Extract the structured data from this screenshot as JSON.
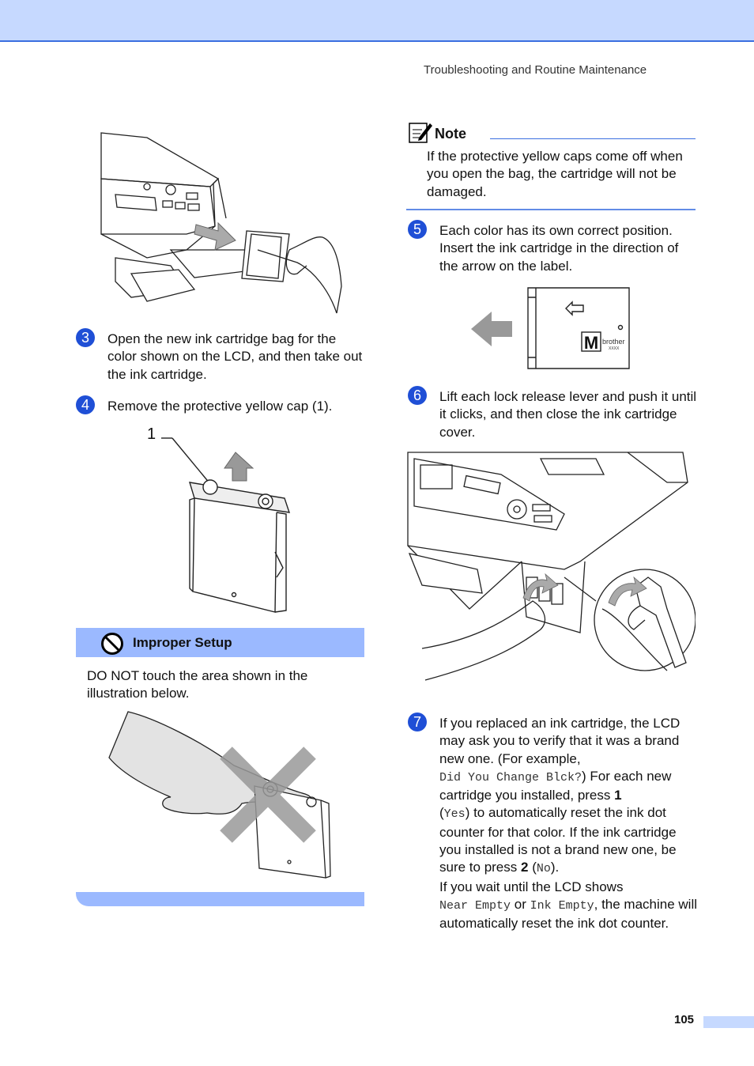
{
  "header": {
    "title": "Troubleshooting and Routine Maintenance"
  },
  "note": {
    "label": "Note",
    "text": "If the protective yellow caps come off when you open the bag, the cartridge will not be damaged."
  },
  "steps": {
    "s3": {
      "num": "3",
      "text": "Open the new ink cartridge bag for the color shown on the LCD, and then take out the ink cartridge."
    },
    "s4": {
      "num": "4",
      "text": "Remove the protective yellow cap (1)."
    },
    "s5": {
      "num": "5",
      "text": "Each color has its own correct position. Insert the ink cartridge in the direction of the arrow on the label."
    },
    "s6": {
      "num": "6",
      "text": "Lift each lock release lever and push it until it clicks, and then close the ink cartridge cover."
    },
    "s7": {
      "num": "7",
      "p1": "If you replaced an ink cartridge, the LCD may ask you to verify that it was a brand new one. (For example,",
      "lcd1": "Did You Change Blck?",
      "p2": ") For each new cartridge you installed, press",
      "key1": "1",
      "p3": "(",
      "lcd_yes": "Yes",
      "p4": ") to automatically reset the ink dot counter for that color. If the ink cartridge you installed is not a brand new one, be sure to press",
      "key2": "2",
      "p5": "(",
      "lcd_no": "No",
      "p6": ").",
      "p7": "If you wait until the LCD shows",
      "lcd_near": "Near Empty",
      "p8": "or",
      "lcd_ink": "Ink Empty",
      "p9": ", the machine will automatically reset the ink dot counter."
    }
  },
  "callout": {
    "label": "1"
  },
  "cartridge_label": {
    "letter": "M",
    "brand": "brother",
    "code": "XXXX"
  },
  "warning": {
    "title": "Improper Setup",
    "text": "DO NOT touch the area shown in the illustration below."
  },
  "footer": {
    "page_number": "105"
  }
}
